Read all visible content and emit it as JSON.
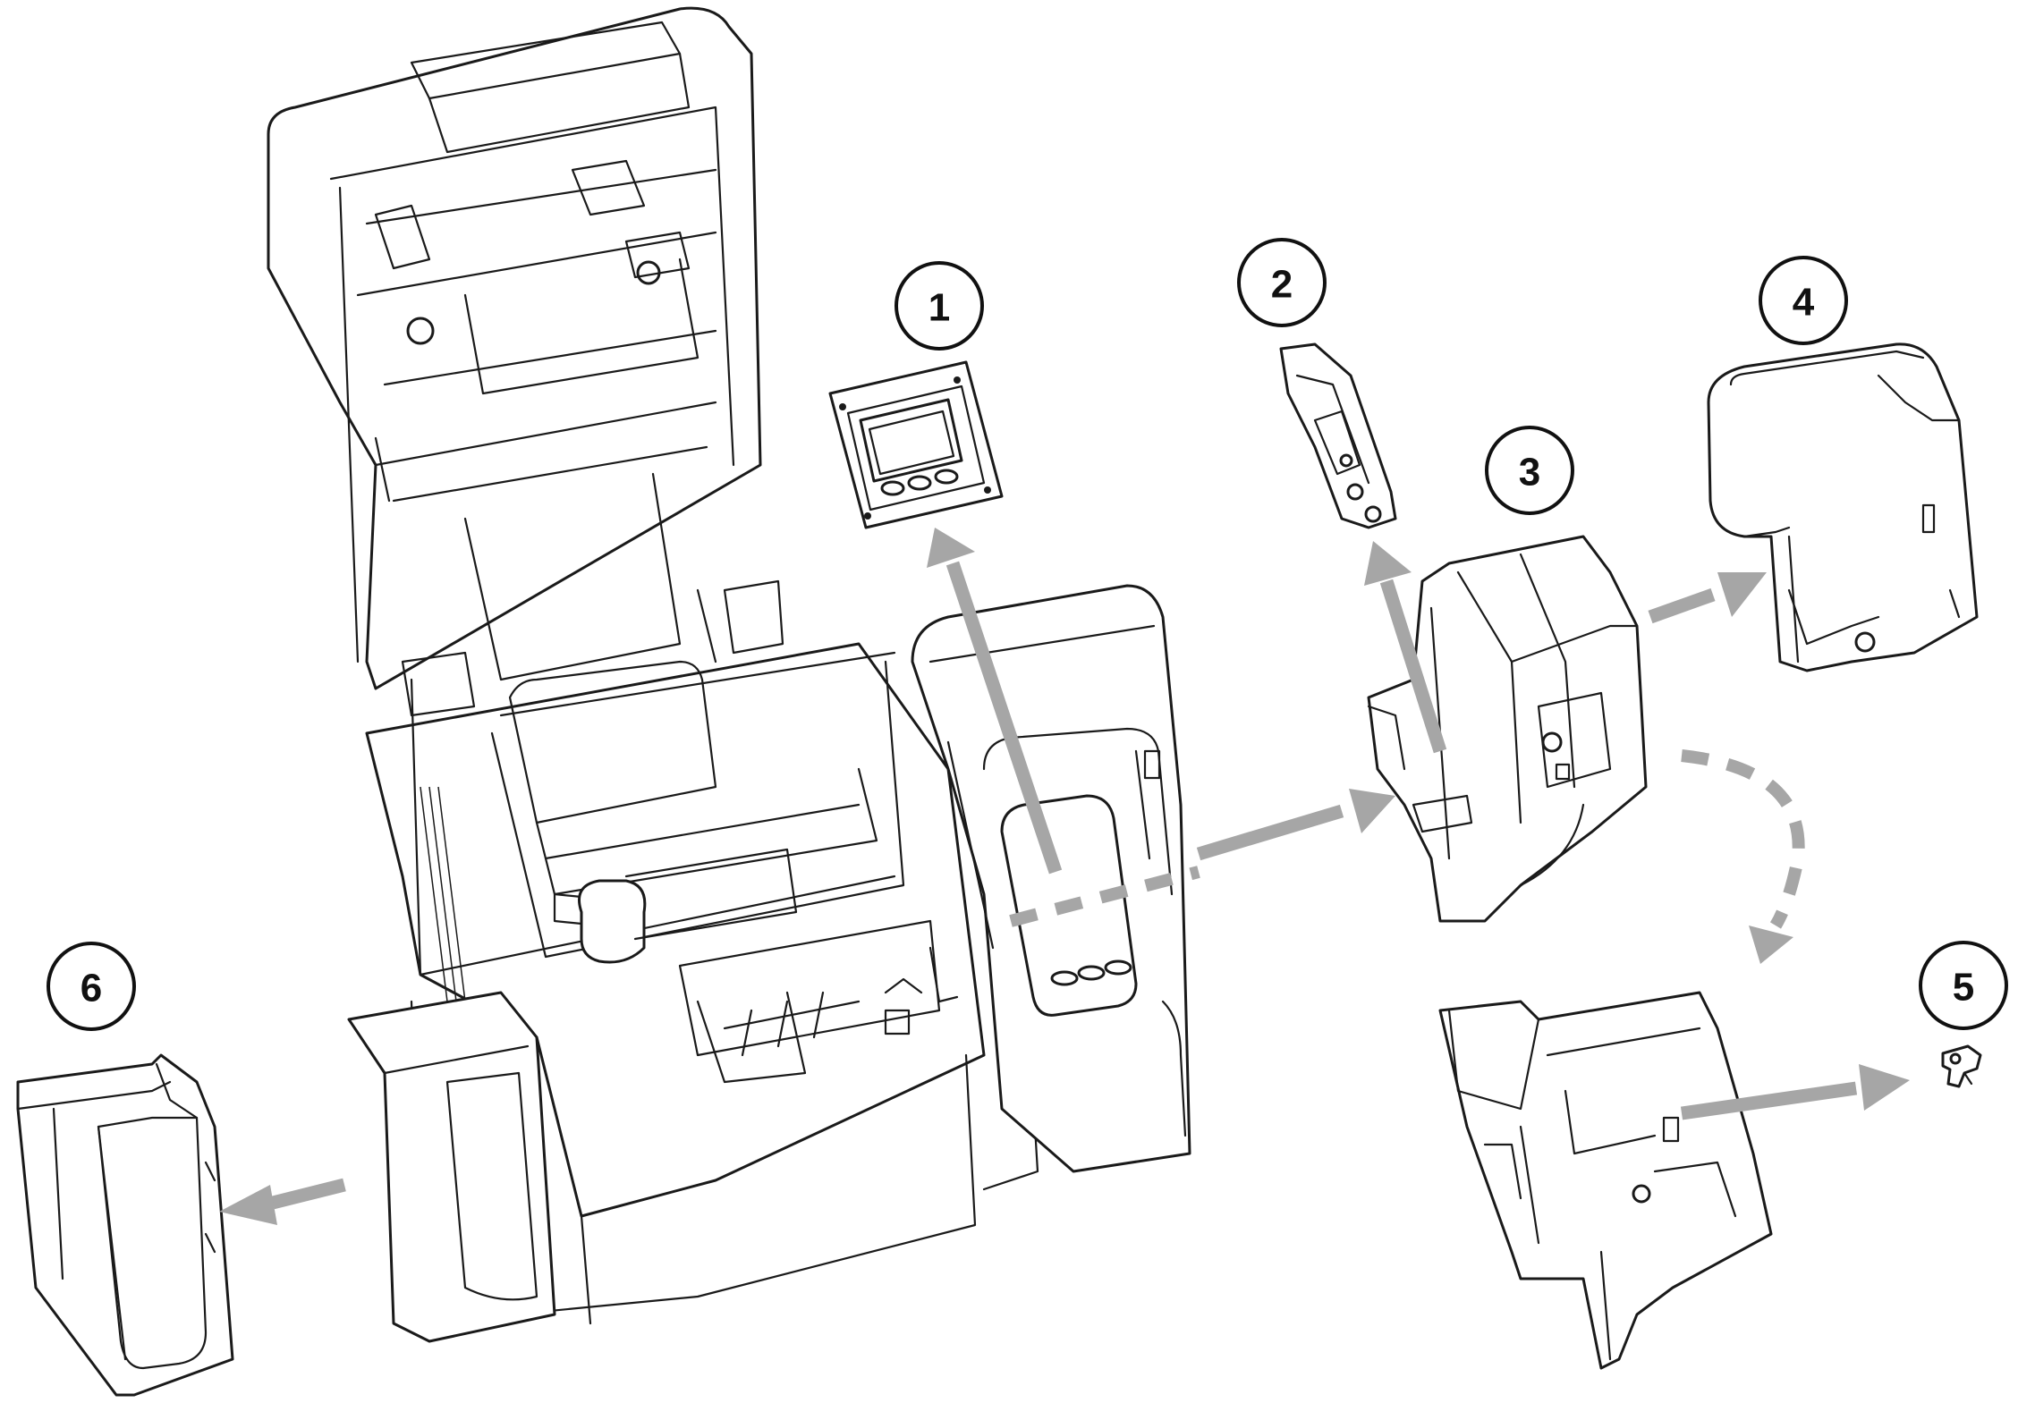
{
  "callouts": [
    {
      "label": "1"
    },
    {
      "label": "2"
    },
    {
      "label": "3"
    },
    {
      "label": "4"
    },
    {
      "label": "5"
    },
    {
      "label": "6"
    }
  ],
  "colors": {
    "line": "#1a1a1a",
    "arrow": "#a6a6a6",
    "background": "#ffffff"
  }
}
